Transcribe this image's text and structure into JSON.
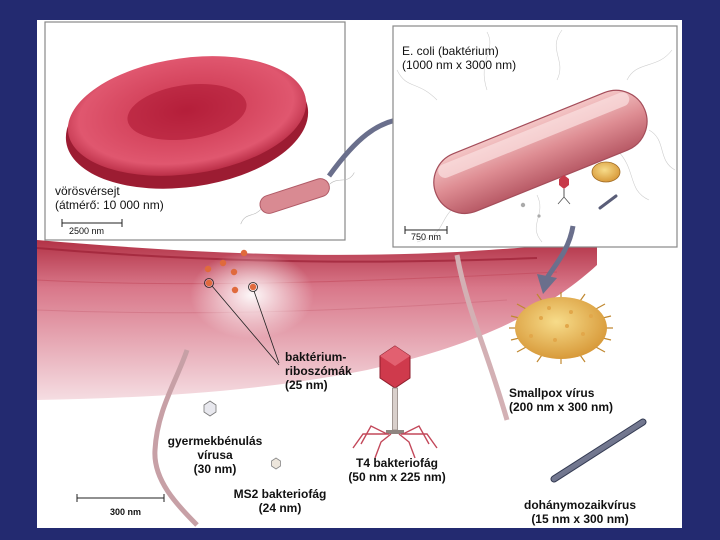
{
  "labels": {
    "rbc_line1": "vörösvérsejt",
    "rbc_line2": "(átmérő: 10 000 nm)",
    "ecoli_line1": "E. coli (baktérium)",
    "ecoli_line2": "(1000 nm x 3000 nm)",
    "ribosome_line1": "baktérium-",
    "ribosome_line2": "riboszómák",
    "ribosome_line3": "(25 nm)",
    "smallpox_line1": "Smallpox vírus",
    "smallpox_line2": "(200 nm x 300 nm)",
    "polio_line1": "gyermekbénulás",
    "polio_line2": "vírusa",
    "polio_line3": "(30 nm)",
    "t4_line1": "T4 bakteriofág",
    "t4_line2": "(50 nm x 225 nm)",
    "ms2_line1": "MS2 bakteriofág",
    "ms2_line2": "(24 nm)",
    "tmv_line1": "dohánymozaikvírus",
    "tmv_line2": "(15 nm x 300 nm)"
  },
  "scale_bars": {
    "rbc": "2500 nm",
    "ecoli": "750 nm",
    "main": "300 nm"
  },
  "colors": {
    "frame": "#232a70",
    "cell_red": "#c8344e",
    "bacterium_pink": "#d98a92",
    "virus_yellow": "#e8b850",
    "tmv_gray": "#6a6e86"
  }
}
